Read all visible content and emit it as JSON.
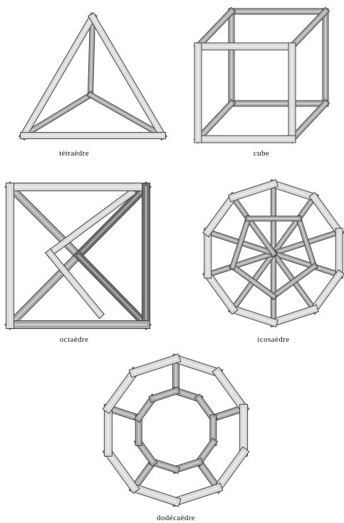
{
  "figure": {
    "solids": [
      {
        "id": "tetrahedron",
        "label": "tétraèdre"
      },
      {
        "id": "cube",
        "label": "cube"
      },
      {
        "id": "octahedron",
        "label": "octaèdre"
      },
      {
        "id": "icosahedron",
        "label": "icosaèdre"
      },
      {
        "id": "dodecahedron",
        "label": "dodécaèdre"
      }
    ],
    "colors": {
      "background": "#ffffff",
      "frame_outline": "#444444",
      "frame_light": "#d9d9d9",
      "frame_mid": "#a8a8a8",
      "frame_dark": "#6e6e6e",
      "label_text": "#111111"
    }
  }
}
